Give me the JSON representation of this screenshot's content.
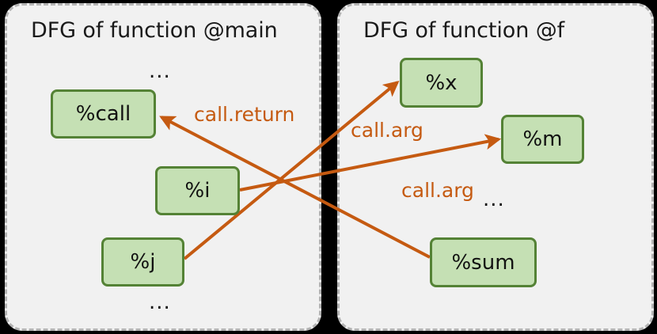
{
  "diagram": {
    "type": "graph",
    "background_color": "#000000",
    "panel_fill": "#f1f1f1",
    "panel_border_color": "#b3b3b3",
    "node_fill": "#c5e0b4",
    "node_border_color": "#548235",
    "edge_color": "#c55a11",
    "panels": [
      {
        "id": "main",
        "title": "DFG of function @main",
        "nodes": [
          {
            "id": "call",
            "label": "%call"
          },
          {
            "id": "i",
            "label": "%i"
          },
          {
            "id": "j",
            "label": "%j"
          }
        ],
        "ellipses": [
          {
            "id": "top",
            "label": "..."
          },
          {
            "id": "bottom",
            "label": "..."
          }
        ]
      },
      {
        "id": "f",
        "title": "DFG of function @f",
        "nodes": [
          {
            "id": "x",
            "label": "%x"
          },
          {
            "id": "m",
            "label": "%m"
          },
          {
            "id": "sum",
            "label": "%sum"
          }
        ],
        "ellipses": [
          {
            "id": "middle",
            "label": "..."
          }
        ]
      }
    ],
    "edges": [
      {
        "id": "sum-to-call",
        "from": "%sum",
        "to": "%call",
        "label": "call.return"
      },
      {
        "id": "j-to-x",
        "from": "%j",
        "to": "%x",
        "label": "call.arg"
      },
      {
        "id": "i-to-m",
        "from": "%i",
        "to": "%m",
        "label": "call.arg"
      }
    ]
  }
}
